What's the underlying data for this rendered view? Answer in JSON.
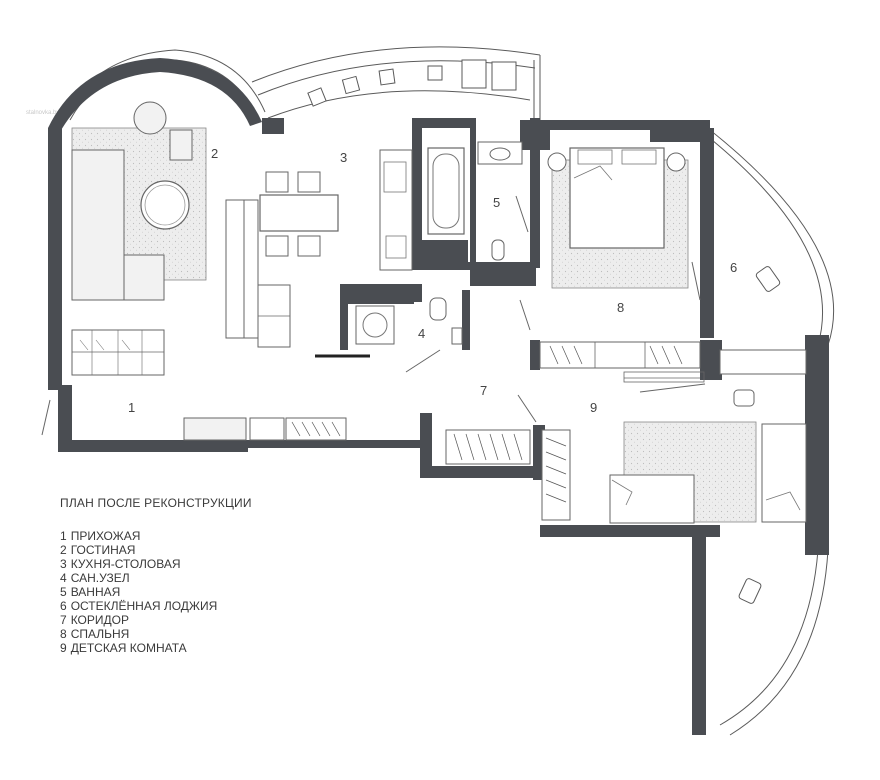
{
  "watermark": "stalnovka.by",
  "legend": {
    "title": "ПЛАН ПОСЛЕ РЕКОНСТРУКЦИИ",
    "items": [
      {
        "num": "1",
        "label": "ПРИХОЖАЯ"
      },
      {
        "num": "2",
        "label": "ГОСТИНАЯ"
      },
      {
        "num": "3",
        "label": "КУХНЯ-СТОЛОВАЯ"
      },
      {
        "num": "4",
        "label": "САН.УЗЕЛ"
      },
      {
        "num": "5",
        "label": "ВАННАЯ"
      },
      {
        "num": "6",
        "label": "ОСТЕКЛЁННАЯ ЛОДЖИЯ"
      },
      {
        "num": "7",
        "label": "КОРИДОР"
      },
      {
        "num": "8",
        "label": "СПАЛЬНЯ"
      },
      {
        "num": "9",
        "label": "ДЕТСКАЯ КОМНАТА"
      }
    ]
  },
  "room_labels": {
    "r1": "1",
    "r2": "2",
    "r3": "3",
    "r4": "4",
    "r5": "5",
    "r6": "6",
    "r7": "7",
    "r8": "8",
    "r9": "9"
  },
  "colors": {
    "wall": "#4a4d52",
    "line": "#5a5a5a",
    "rug": "#ececec",
    "furniture": "#f2f2f2"
  }
}
